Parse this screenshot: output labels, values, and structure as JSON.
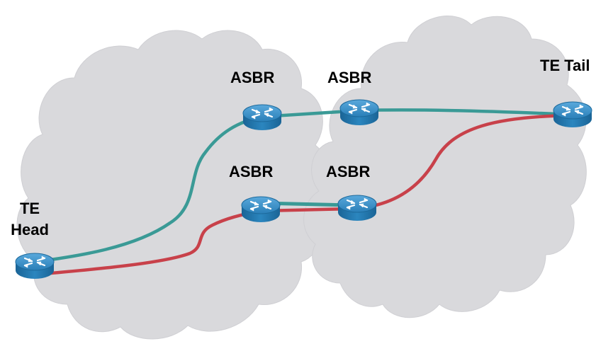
{
  "colors": {
    "cloud_fill": "#d9d9dc",
    "cloud_stroke": "#c4c4c8",
    "path_primary": "#3a9a96",
    "path_secondary": "#c8414a",
    "router_top": "#2f86bd",
    "router_side": "#1f6d9e"
  },
  "labels": {
    "te_head_line1": "TE",
    "te_head_line2": "Head",
    "asbr_top_left": "ASBR",
    "asbr_top_right": "ASBR",
    "asbr_bottom_left": "ASBR",
    "asbr_bottom_right": "ASBR",
    "te_tail": "TE Tail"
  },
  "routers": [
    {
      "id": "te-head",
      "icon": "router-icon"
    },
    {
      "id": "asbr-top-left",
      "icon": "router-icon"
    },
    {
      "id": "asbr-top-right",
      "icon": "router-icon"
    },
    {
      "id": "asbr-bottom-left",
      "icon": "router-icon"
    },
    {
      "id": "asbr-bottom-right",
      "icon": "router-icon"
    },
    {
      "id": "te-tail",
      "icon": "router-icon"
    }
  ]
}
